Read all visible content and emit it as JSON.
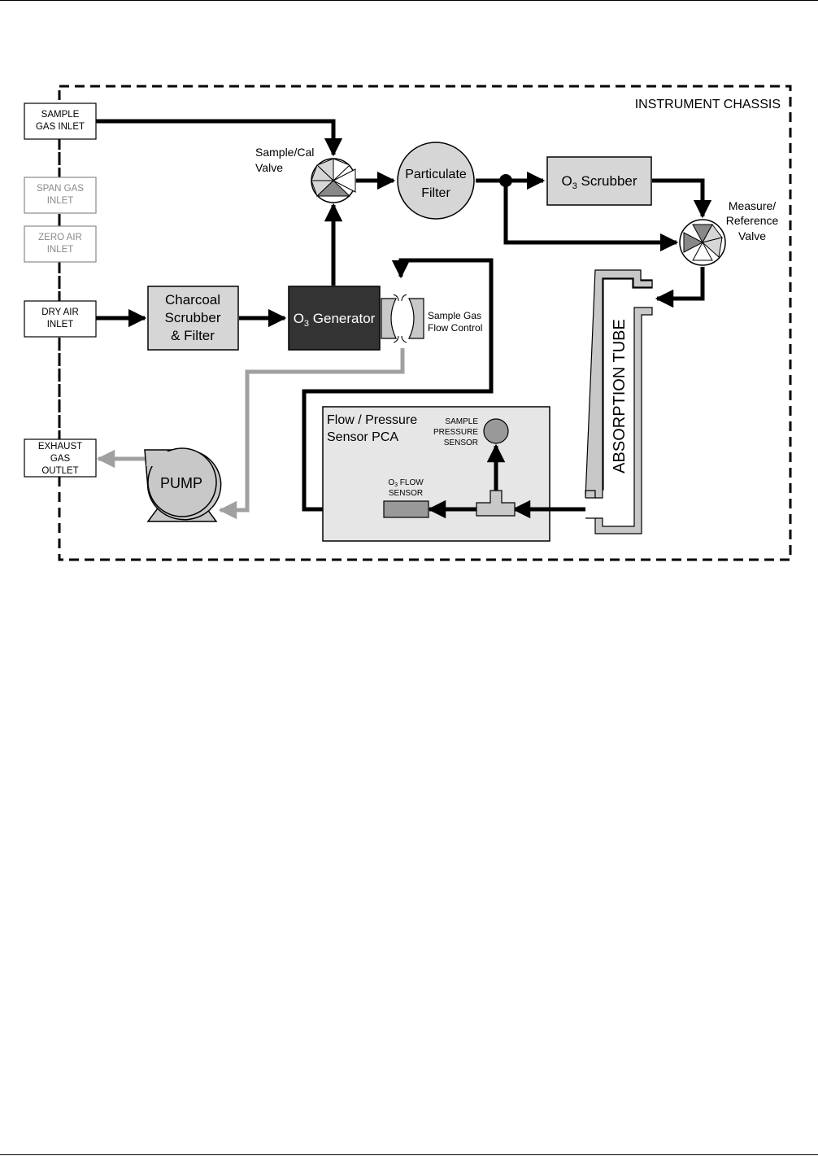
{
  "chassis_label": "INSTRUMENT CHASSIS",
  "inlets": {
    "sample": [
      "SAMPLE",
      "GAS INLET"
    ],
    "span": [
      "SPAN GAS",
      "INLET"
    ],
    "zero": [
      "ZERO AIR",
      "INLET"
    ],
    "dry_air": [
      "DRY AIR",
      "INLET"
    ],
    "exhaust": [
      "EXHAUST",
      "GAS",
      "OUTLET"
    ]
  },
  "sample_cal_valve": [
    "Sample/Cal",
    "Valve"
  ],
  "particulate_filter": [
    "Particulate",
    "Filter"
  ],
  "o3_scrubber": {
    "prefix": "O",
    "sub": "3",
    "suffix": " Scrubber"
  },
  "measure_ref_valve": [
    "Measure/",
    "Reference",
    "Valve"
  ],
  "charcoal_scrubber": [
    "Charcoal",
    "Scrubber",
    "& Filter"
  ],
  "o3_generator": {
    "prefix": "O",
    "sub": "3",
    "suffix": " Generator"
  },
  "sample_flow_control": [
    "Sample Gas",
    "Flow Control"
  ],
  "absorption_tube": "ABSORPTION TUBE",
  "flow_pressure_pca": [
    "Flow / Pressure",
    "Sensor PCA"
  ],
  "sample_pressure_sensor": [
    "SAMPLE",
    "PRESSURE",
    "SENSOR"
  ],
  "o3_flow_sensor": {
    "line1_prefix": "O",
    "line1_sub": "3",
    "line1_suffix": " FLOW",
    "line2": "SENSOR"
  },
  "pump": "PUMP",
  "colors": {
    "black": "#000000",
    "gray_line": "#a0a0a0",
    "light_fill": "#d6d6d6",
    "dark_fill": "#333333",
    "panel_fill": "#e6e6e6",
    "faded_text": "#8a8a8a"
  }
}
